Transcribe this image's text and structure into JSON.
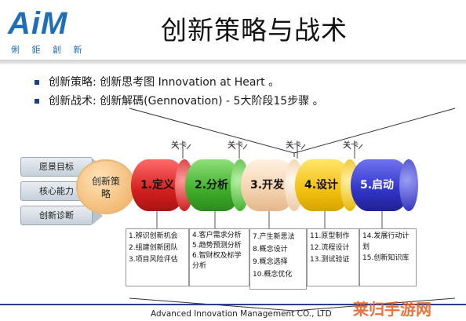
{
  "header": {
    "logo_text": "AiM",
    "logo_subtitle": "俐 鉅 創 新",
    "title": "创新策略与战术"
  },
  "bullets": [
    "创新策略: 创新思考图 Innovation at Heart 。",
    "创新战术: 创新解碼(Gennovation) - 5大阶段15步骤 。"
  ],
  "left_stack": [
    "愿景目标",
    "核心能力",
    "创新诊断"
  ],
  "core": "创新策略",
  "gate_label": "关卡",
  "phases": [
    {
      "label": "1.定义",
      "color": "#e23a3a"
    },
    {
      "label": "2.分析",
      "color": "#4fbf3a"
    },
    {
      "label": "3.开发",
      "color": "#f6d7b4"
    },
    {
      "label": "4.设计",
      "color": "#f5c518"
    },
    {
      "label": "5.启动",
      "color": "#3b3fd0"
    }
  ],
  "steps": [
    [
      "1.辨识创新机会",
      "2.组建创新团队",
      "3.项目风险评估"
    ],
    [
      "4.客户需求分析",
      "5.趋势预测分析",
      "6.智财权及标学分析"
    ],
    [
      "7.产生新思法",
      "8.概念设计",
      "9.概念选择",
      "10.概念优化"
    ],
    [
      "11.原型制作",
      "12.流程设计",
      "13.测试验证"
    ],
    [
      "14.发展行动计划",
      "15.创新知识库"
    ]
  ],
  "footer": "Advanced Innovation Management CO., LTD",
  "watermark": "莱归手游网"
}
